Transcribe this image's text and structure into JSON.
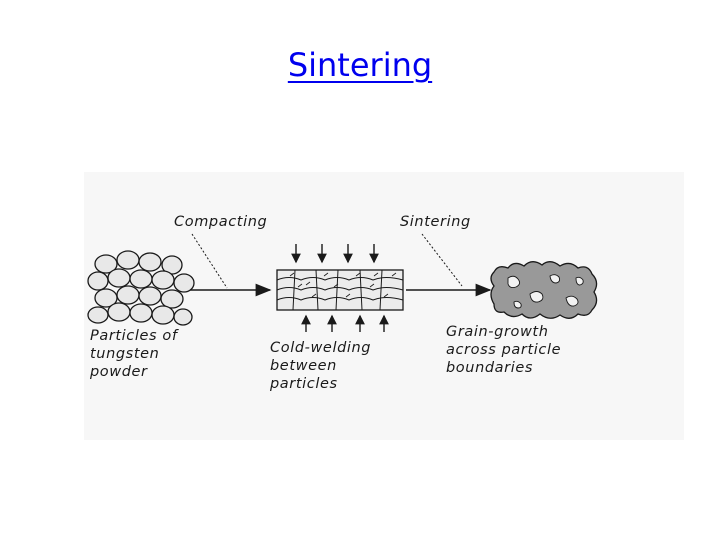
{
  "slide": {
    "title": "Sintering"
  },
  "diagram": {
    "labels": {
      "compacting": "Compacting",
      "sintering": "Sintering",
      "particles_line1": "Particles of",
      "particles_line2": "tungsten",
      "particles_line3": "powder",
      "coldweld_line1": "Cold-welding",
      "coldweld_line2": "between",
      "coldweld_line3": "particles",
      "grain_line1": "Grain-growth",
      "grain_line2": "across particle",
      "grain_line3": "boundaries"
    },
    "stages": [
      "loose-powder",
      "compacted-powder",
      "sintered-mass"
    ]
  },
  "colors": {
    "title_link": "#0000ee",
    "ink": "#1a1a1a",
    "panel_bg": "#f7f7f7",
    "sintered_fill": "#999999"
  }
}
